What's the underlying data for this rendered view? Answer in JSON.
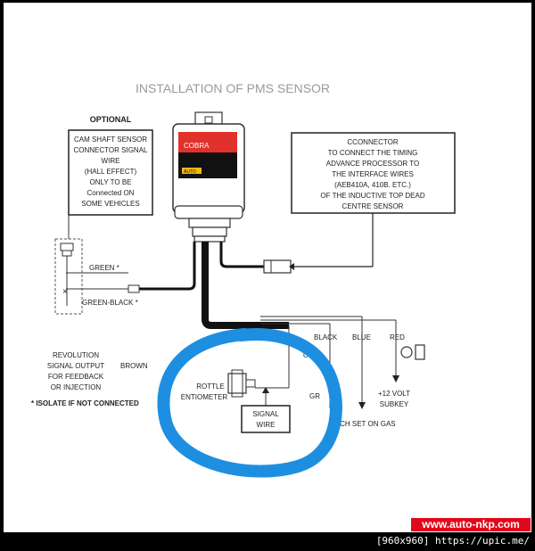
{
  "diagram": {
    "title": "INSTALLATION OF PMS SENSOR",
    "optional_label": "OPTIONAL",
    "cam_box_lines": [
      "CAM  SHAFT SENSOR",
      "CONNECTOR SIGNAL",
      "WIRE",
      "(HALL EFFECT)",
      "ONLY TO BE",
      "Connected ON",
      "SOME VEHICLES"
    ],
    "connector_box_lines": [
      "CCONNECTOR",
      "TO CONNECT THE TIMING",
      "ADVANCE PROCESSOR TO",
      "THE INTERFACE WIRES",
      "(AEB410A, 410B. ETC.)",
      "OF THE INDUCTIVE TOP DEAD",
      "CENTRE SENSOR"
    ],
    "device_brand": "COBRA",
    "device_sub": "AUTO",
    "wires": {
      "green": "GREEN *",
      "green_black": "GREEN-BLACK *",
      "black": "BLACK",
      "blue": "BLUE",
      "red": "RED",
      "yellow_partial": "OW",
      "grey_partial": "GR",
      "brown": "BROWN"
    },
    "revolution_lines": [
      "REVOLUTION",
      "SIGNAL OUTPUT",
      "FOR FEEDBACK",
      "OR INJECTION"
    ],
    "isolate_note": "* ISOLATE IF NOT CONNECTED",
    "throttle_lines": [
      "ROTTLE",
      "ENTIOMETER"
    ],
    "signal_wire_lines": [
      "SIGNAL",
      "WIRE"
    ],
    "switch_label": "ITCH SET ON GAS",
    "supply_lines": [
      "+12 VOLT",
      "SUBKEY"
    ]
  },
  "watermark": "www.auto-nkp.com",
  "footer": "[960x960] https://upic.me/",
  "colors": {
    "highlight_circle": "#1e8fe0",
    "device_label": "#e0312b",
    "watermark_bg": "#e0081c"
  }
}
